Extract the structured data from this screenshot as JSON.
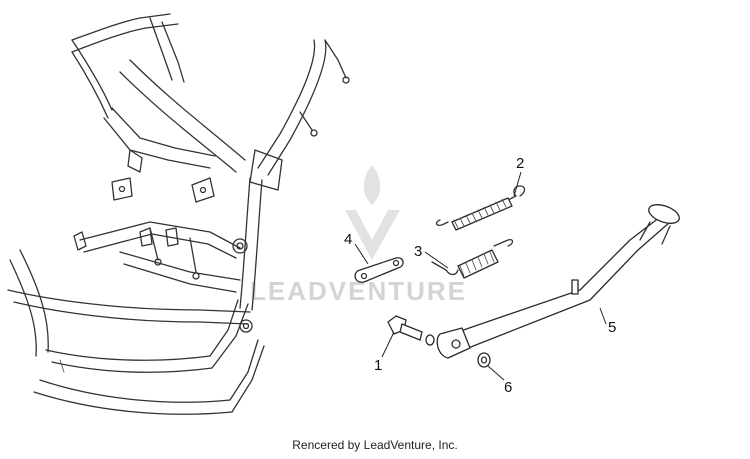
{
  "callouts": [
    {
      "id": "1",
      "label": "1"
    },
    {
      "id": "2",
      "label": "2"
    },
    {
      "id": "3",
      "label": "3"
    },
    {
      "id": "4",
      "label": "4"
    },
    {
      "id": "5",
      "label": "5"
    },
    {
      "id": "6",
      "label": "6"
    }
  ],
  "watermark": {
    "text": "LEADVENTURE"
  },
  "footer": {
    "text": "Rencered by LeadVenture, Inc."
  }
}
